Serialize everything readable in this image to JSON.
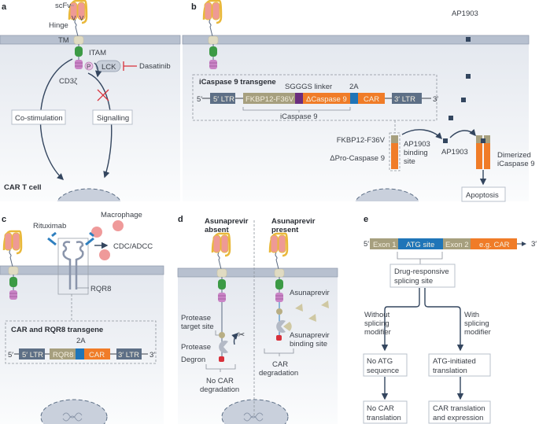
{
  "colors": {
    "membrane": "#b7c0cf",
    "ltr": "#5d6f86",
    "fkbp": "#a69f7e",
    "linker": "#6b2d7e",
    "caspase": "#f07c28",
    "car": "#f07c28",
    "2a": "#1f75b8",
    "itam": "#3c9a45",
    "cd3z": "#c984c6",
    "scfv": "#ee9a95",
    "drug": "#33465f",
    "degron": "#d8303a",
    "inhibit": "#d8303a"
  },
  "panel_a": {
    "letter": "a",
    "scfv": "scFv",
    "vh": "V",
    "vh_sub": "H",
    "vl": "V",
    "vl_sub": "L",
    "hinge": "Hinge",
    "tm": "TM",
    "itam": "ITAM",
    "p": "P",
    "lck": "LCK",
    "dasatinib": "Dasatinib",
    "cd3z": "CD3ζ",
    "costim": "Co-stimulation",
    "signalling": "Signalling",
    "cell": "CAR T cell"
  },
  "panel_b": {
    "letter": "b",
    "drug": "AP1903",
    "transgene_title": "iCaspase 9 transgene",
    "linker": "SGGGS linker",
    "twoA": "2A",
    "five": "5′",
    "ltr5": "5′ LTR",
    "fkbp": "FKBP12-F36V",
    "dcasp": "ΔCaspase 9",
    "car": "CAR",
    "ltr3": "3′ LTR",
    "three": "3′",
    "icasp": "iCaspase 9",
    "fkbp_label": "FKBP12-F36V",
    "procasp": "ΔPro-Caspase 9",
    "binding": [
      "AP1903",
      "binding",
      "site"
    ],
    "ap_label": "AP1903",
    "dimer": [
      "Dimerized",
      "iCaspase 9"
    ],
    "apoptosis": "Apoptosis"
  },
  "panel_c": {
    "letter": "c",
    "rituximab": "Rituximab",
    "macrophage": "Macrophage",
    "cdc": "CDC/ADCC",
    "rqr8": "RQR8",
    "transgene_title": "CAR and RQR8 transgene",
    "twoA": "2A",
    "five": "5′",
    "ltr5": "5′ LTR",
    "rqr8_gene": "RQR8",
    "car": "CAR",
    "ltr3": "3′ LTR",
    "three": "3′"
  },
  "panel_d": {
    "letter": "d",
    "absent": [
      "Asunaprevir",
      "absent"
    ],
    "present": [
      "Asunaprevir",
      "present"
    ],
    "protease_site": [
      "Protease",
      "target site"
    ],
    "protease": "Protease",
    "degron": "Degron",
    "no_deg": [
      "No CAR",
      "degradation"
    ],
    "asunaprevir": "Asunaprevir",
    "binding": [
      "Asunaprevir",
      "binding site"
    ],
    "deg": [
      "CAR",
      "degradation"
    ]
  },
  "panel_e": {
    "letter": "e",
    "five": "5′",
    "exon1": "Exon 1",
    "atg": "ATG site",
    "exon2": "Exon 2",
    "egcar": "e.g. CAR",
    "three": "3′",
    "splice": [
      "Drug-responsive",
      "splicing site"
    ],
    "without": [
      "Without",
      "splicing",
      "modifier"
    ],
    "with": [
      "With",
      "splicing",
      "modifier"
    ],
    "noatg": [
      "No ATG",
      "sequence"
    ],
    "atgtrans": [
      "ATG-initiated",
      "translation"
    ],
    "nocar": [
      "No CAR",
      "translation"
    ],
    "cartrans": [
      "CAR translation",
      "and expression"
    ]
  }
}
